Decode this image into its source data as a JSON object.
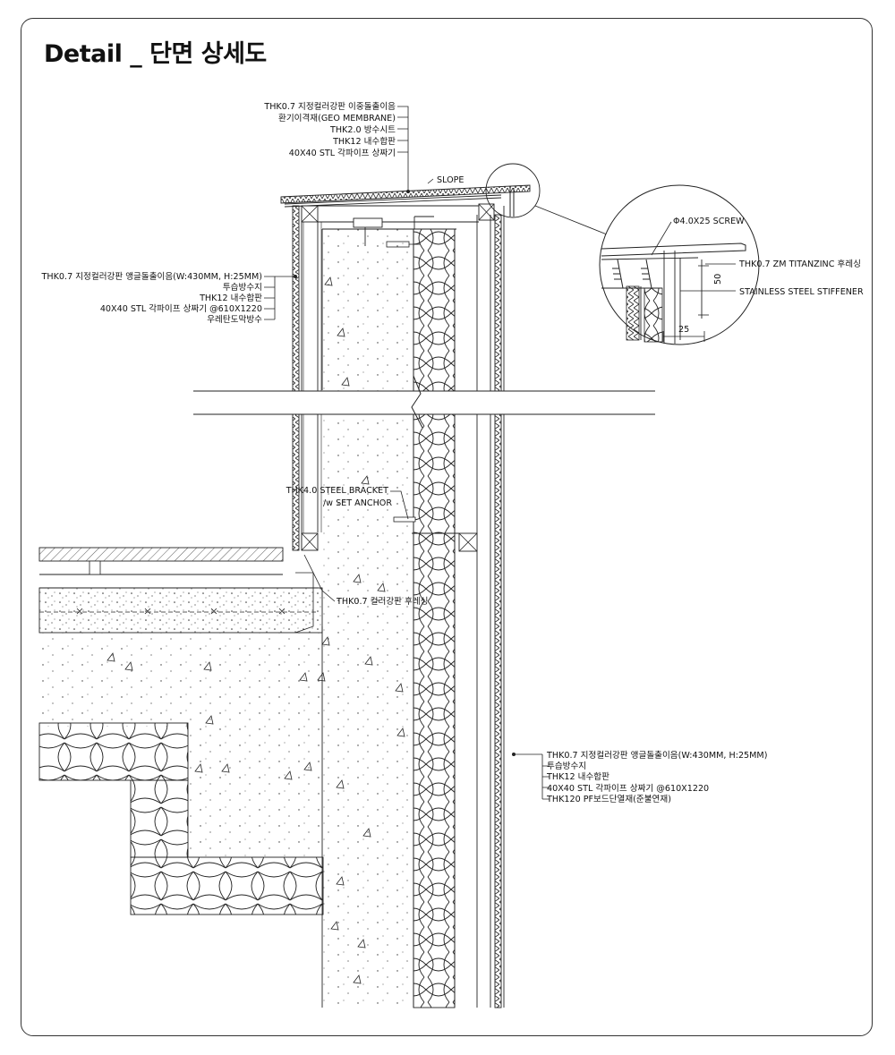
{
  "title": "Detail _ 단면 상세도",
  "roof_labels": [
    "THK0.7 지정컬러강판 이중돌출이음",
    "환기이격재(GEO MEMBRANE)",
    "THK2.0 방수시트",
    "THK12 내수합판",
    "40X40 STL 각파이프 상짜기"
  ],
  "slope_label": "SLOPE",
  "left_labels": [
    "THK0.7 지정컬러강판 앵글돌출이음(W:430MM, H:25MM)",
    "투습방수지",
    "THK12 내수합판",
    "40X40 STL 각파이프 상짜기 @610X1220",
    "우레탄도막방수"
  ],
  "detail_labels": {
    "screw": "Φ4.0X25 SCREW",
    "titanzinc": "THK0.7 ZM TITANZINC 후레싱",
    "stiffener": "STAINLESS STEEL STIFFENER",
    "dim_50": "50",
    "dim_25": "25"
  },
  "bracket_labels": [
    "THK4.0 STEEL BRACKET",
    "/w SET ANCHOR"
  ],
  "flashing_label": "THK0.7 컬러강판 후레싱",
  "right_labels": [
    "THK0.7 지정컬러강판 앵글돌출이음(W:430MM, H:25MM)",
    "투습방수지",
    "THK12 내수합판",
    "40X40 STL 각파이프 상짜기 @610X1220",
    "THK120 PF보드단열재(준불연재)"
  ]
}
